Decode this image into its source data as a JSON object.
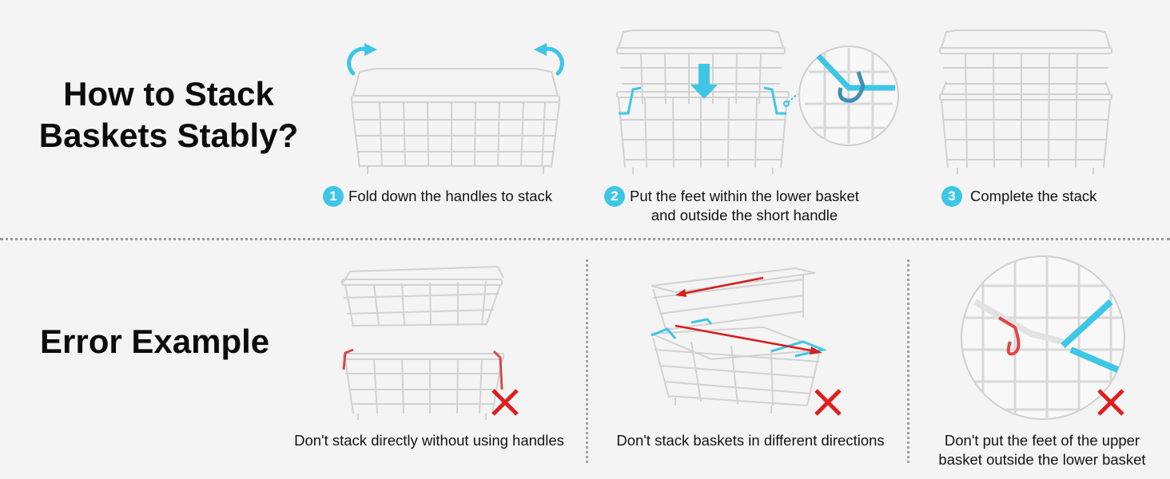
{
  "headings": {
    "stack": "How to Stack Baskets Stably?",
    "error": "Error Example"
  },
  "steps": [
    {
      "number": "1",
      "text": "Fold down the handles to stack"
    },
    {
      "number": "2",
      "text_line1": "Put the feet within the lower basket",
      "text_line2": "and outside the short handle"
    },
    {
      "number": "3",
      "text": "Complete the stack"
    }
  ],
  "errors": [
    {
      "text": "Don't stack directly without using handles"
    },
    {
      "text": "Don't stack baskets in different directions"
    },
    {
      "text_line1": "Don't put the feet of the upper",
      "text_line2": "basket outside the lower basket"
    }
  ],
  "colors": {
    "accent_blue": "#3ec6e6",
    "error_red": "#e01e1e",
    "wire": "#d4d4d4",
    "background": "#f4f4f4"
  }
}
